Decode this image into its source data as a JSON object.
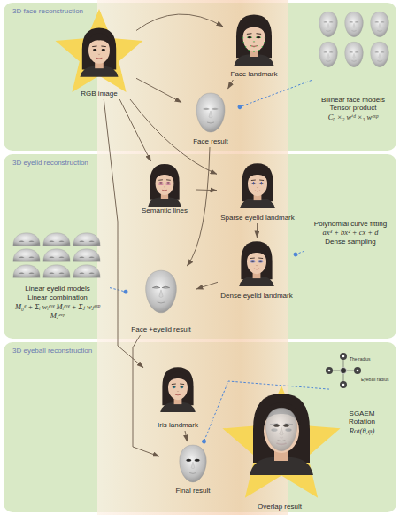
{
  "diagram": {
    "nodes": [
      {
        "text": [
          "3D face reconstruction"
        ]
      },
      {
        "text": [
          "RGB image"
        ],
        "in": 0
      },
      {
        "text": [
          "Face landmark"
        ],
        "in": 0
      },
      {
        "text": [
          "Bilinear face models",
          "Tensor product",
          "Cᵣ ×₂ wⁱᵈ ×₃ wᵉˣᵖ"
        ],
        "in": 0
      },
      {
        "text": [
          "Face result"
        ],
        "in": 0
      },
      {
        "text": [
          "3D eyelid reconstruction"
        ]
      },
      {
        "text": [
          "Semantic lines"
        ],
        "in": 5
      },
      {
        "text": [
          "Sparse eyelid landmark"
        ],
        "in": 5
      },
      {
        "text": [
          "Polynomial curve fitting",
          "ax³ + bx² + cx + d",
          "Dense sampling"
        ],
        "in": 5
      },
      {
        "text": [
          "Linear eyelid models",
          "Linear combination",
          "M₀ᵉ + Σᵢ wᵢᵉʸᵉ Mᵢᵉʸᵉ + Σⱼ wⱼᵉˣᵖ Mⱼᵉˣᵖ"
        ],
        "in": 5
      },
      {
        "text": [
          "Dense eyelid landmark"
        ],
        "in": 5
      },
      {
        "text": [
          "Face +eyelid result"
        ],
        "in": 5
      },
      {
        "text": [
          "3D eyeball reconstruction"
        ]
      },
      {
        "text": [
          "Iris landmark"
        ],
        "in": 12
      },
      {
        "text": [
          "SGAEM",
          "Rotation",
          "Rot(θ,φ)"
        ],
        "in": 12
      },
      {
        "text": [
          "Final result"
        ],
        "in": 12
      },
      {
        "text": [
          "Overlap result"
        ],
        "in": 12
      }
    ],
    "edges": [
      {
        "from": 1,
        "to": 2,
        "arrow": "to"
      },
      {
        "from": 1,
        "to": 4,
        "arrow": "to"
      },
      {
        "from": 2,
        "to": 4,
        "arrow": "to"
      },
      {
        "from": 3,
        "to": 4,
        "arrow": "to"
      },
      {
        "from": 1,
        "to": 6,
        "arrow": "to"
      },
      {
        "from": 1,
        "to": 7,
        "arrow": "to"
      },
      {
        "from": 7,
        "to": 10,
        "arrow": "to"
      },
      {
        "from": 8,
        "to": 10,
        "arrow": "to"
      },
      {
        "from": 6,
        "to": 7,
        "arrow": "to"
      },
      {
        "from": 4,
        "to": 11,
        "arrow": "to"
      },
      {
        "from": 9,
        "to": 11,
        "arrow": "to"
      },
      {
        "from": 10,
        "to": 11,
        "arrow": "to"
      },
      {
        "from": 1,
        "to": 13,
        "arrow": "to"
      },
      {
        "from": 11,
        "to": 15,
        "arrow": "to"
      },
      {
        "from": 13,
        "to": 15,
        "arrow": "to"
      },
      {
        "from": 14,
        "to": 15,
        "arrow": "to"
      }
    ],
    "labels": [
      "The radius",
      "Eyeball radius"
    ]
  }
}
